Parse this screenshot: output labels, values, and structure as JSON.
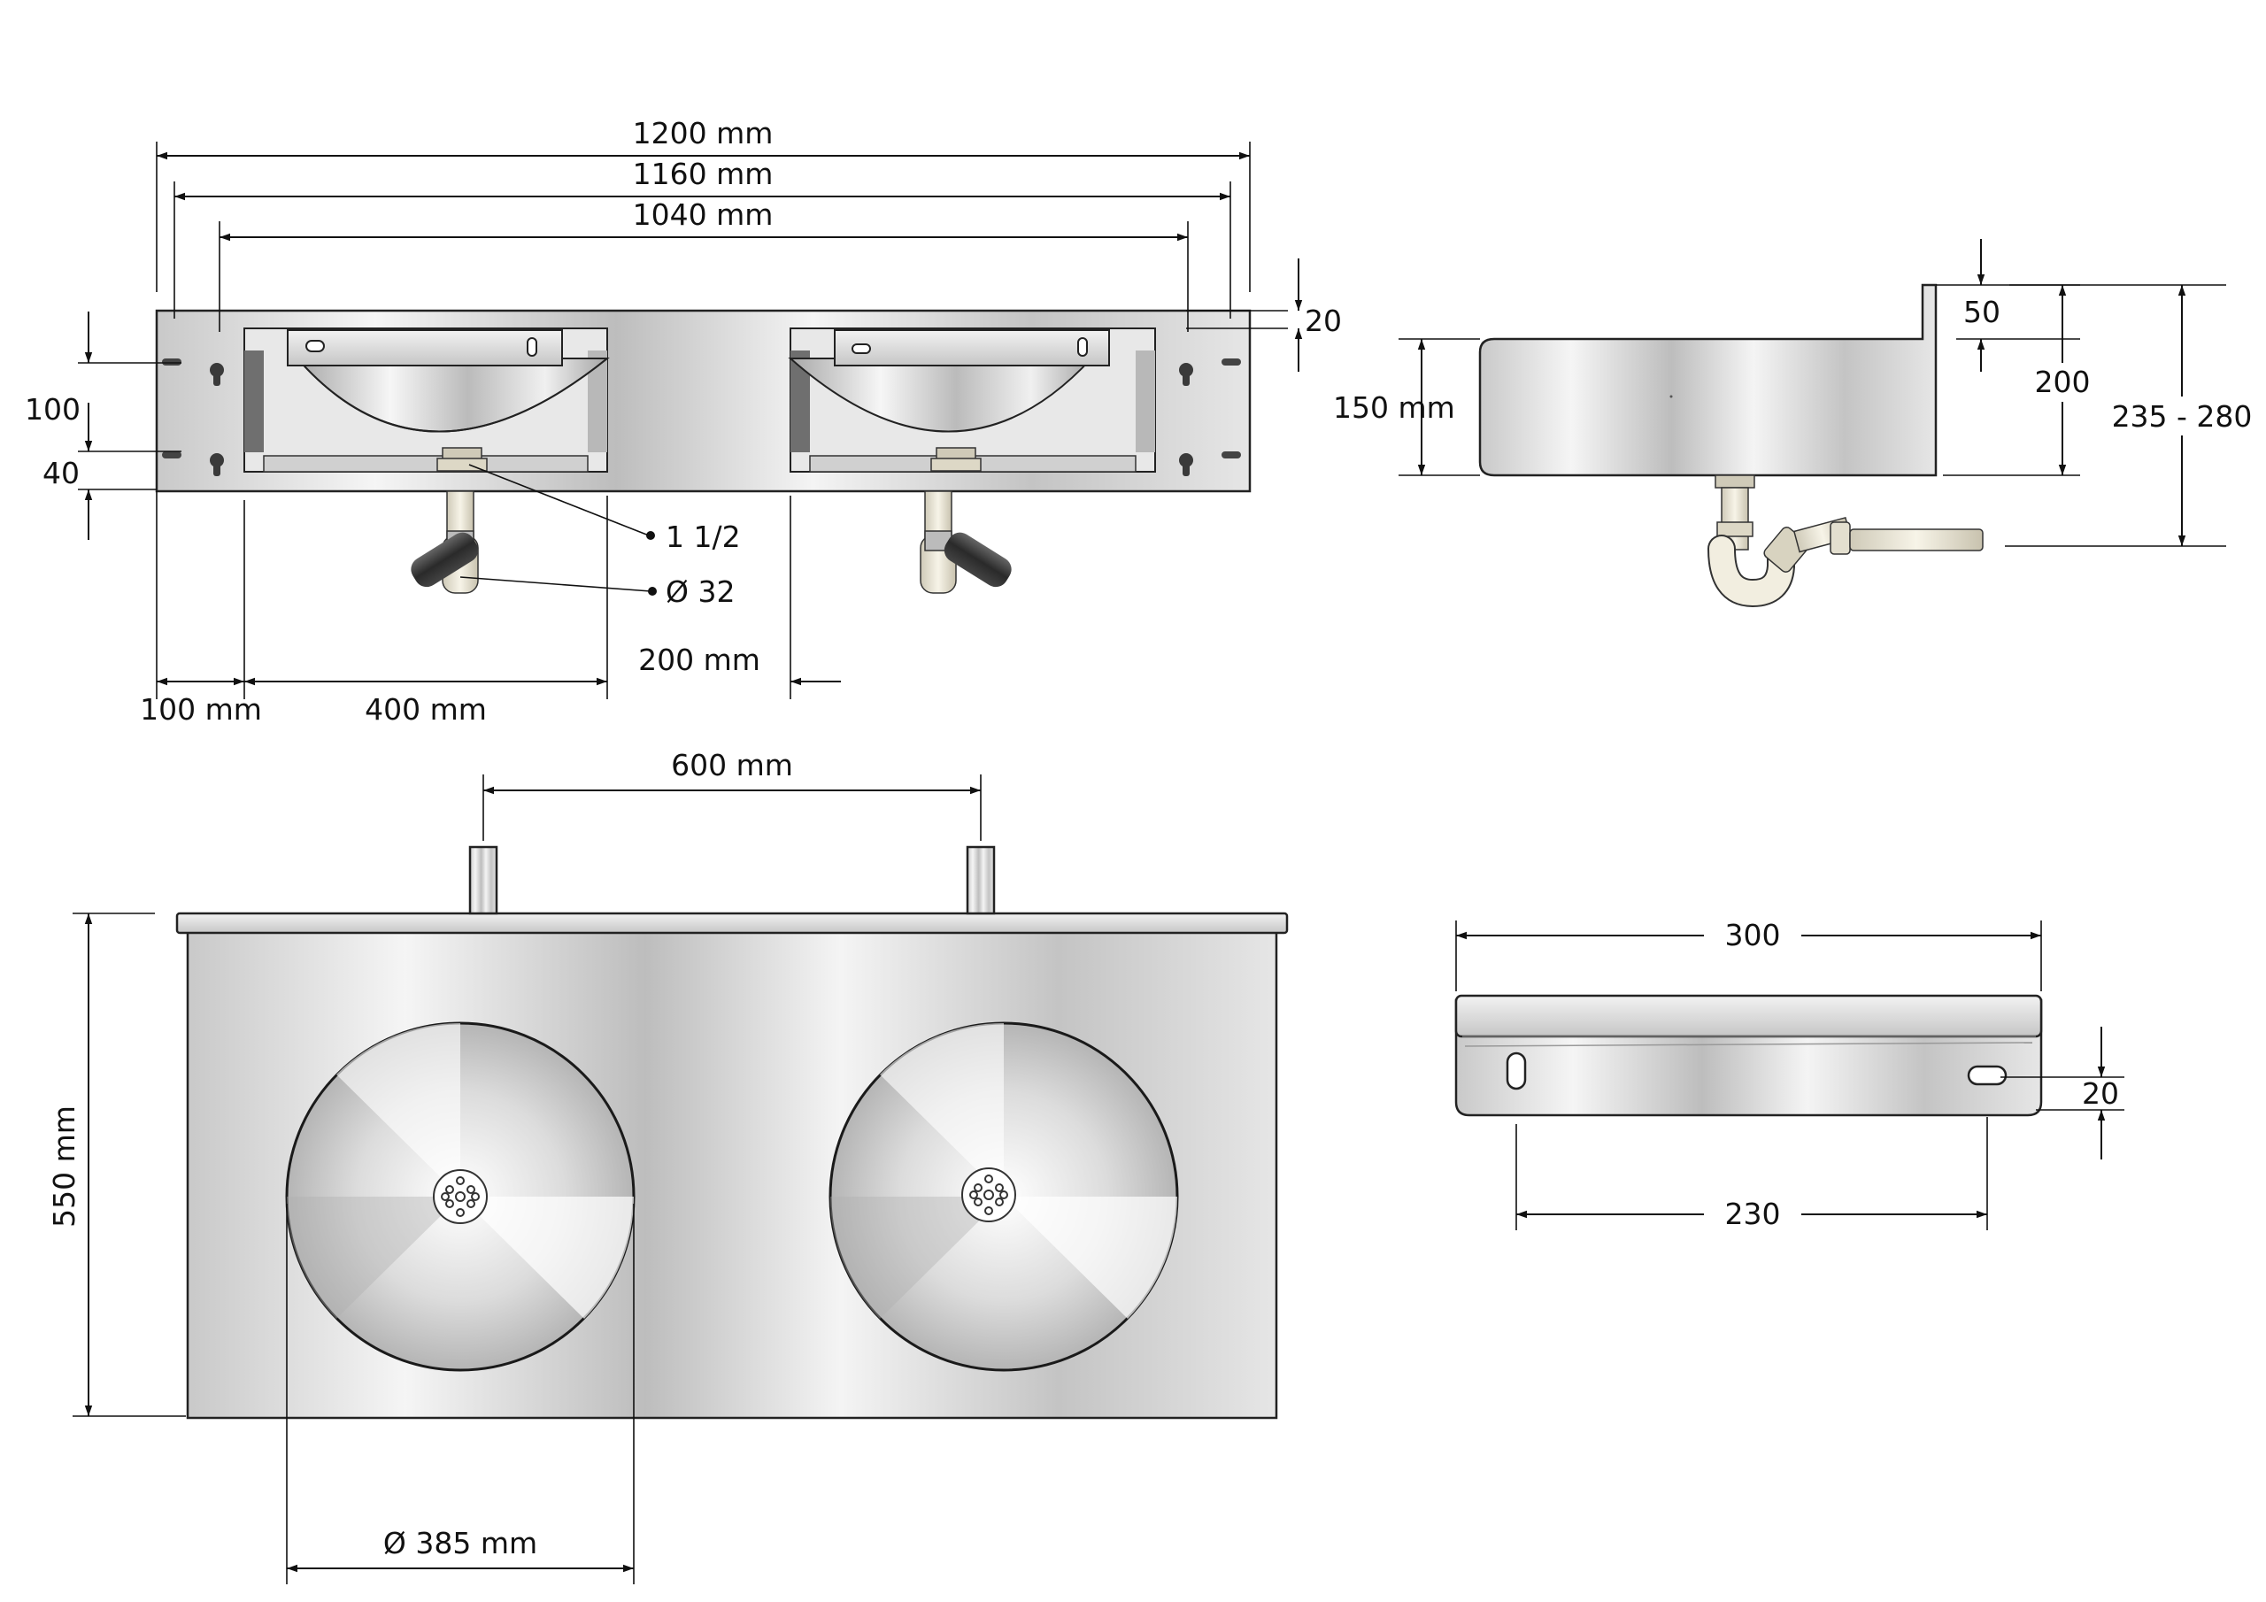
{
  "front_view": {
    "overall_width": "1200 mm",
    "width_1160": "1160 mm",
    "width_1040": "1040 mm",
    "top_offset": "20",
    "hole_spacing": "100",
    "bottom_offset": "40",
    "drain_size": "1 1/2",
    "pipe_diameter": "Ø 32",
    "left_margin": "100 mm",
    "bowl_width": "400 mm",
    "gap_between": "200 mm"
  },
  "side_view": {
    "upstand": "50",
    "depth_150": "150 mm",
    "height_200": "200",
    "height_range": "235 - 280"
  },
  "top_view": {
    "tap_spacing": "600 mm",
    "depth_550": "550 mm",
    "bowl_diameter": "Ø 385 mm"
  },
  "bracket_view": {
    "width_300": "300",
    "slot_offset": "20",
    "slot_spacing": "230"
  },
  "colors": {
    "steel_light": "#f4f4f4",
    "steel_mid": "#d6d6d6",
    "steel_dark": "#9a9a9a",
    "line": "#111111",
    "pipe": "#e6e2d2",
    "valve": "#3a3a3a"
  }
}
